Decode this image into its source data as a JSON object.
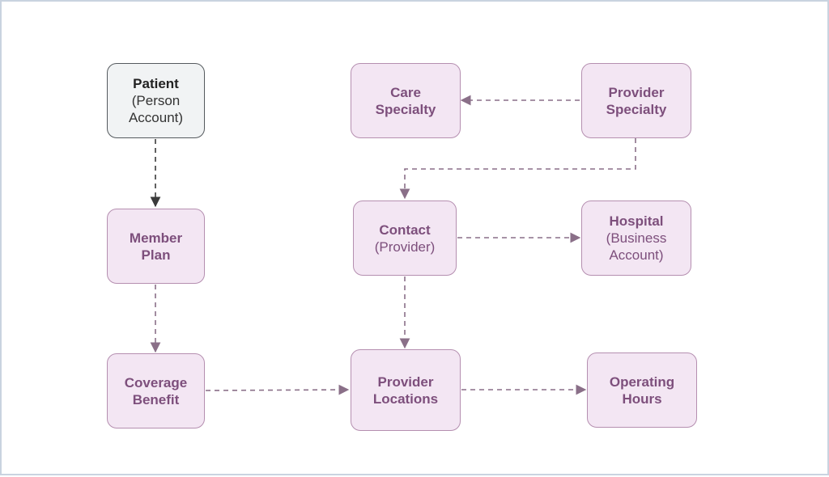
{
  "nodes": {
    "patient": {
      "line1": "Patient",
      "line2": "(Person",
      "line3": "Account)"
    },
    "member_plan": {
      "line1": "Member",
      "line2": "Plan"
    },
    "coverage_benefit": {
      "line1": "Coverage",
      "line2": "Benefit"
    },
    "care_specialty": {
      "line1": "Care",
      "line2": "Specialty"
    },
    "provider_specialty": {
      "line1": "Provider",
      "line2": "Specialty"
    },
    "contact_provider": {
      "line1": "Contact",
      "line2": "(Provider)"
    },
    "hospital": {
      "line1": "Hospital",
      "line2": "(Business",
      "line3": "Account)"
    },
    "provider_locations": {
      "line1": "Provider",
      "line2": "Locations"
    },
    "operating_hours": {
      "line1": "Operating",
      "line2": "Hours"
    }
  },
  "colors": {
    "node_fill": "#f3e6f3",
    "node_border": "#b58fb0",
    "node_text": "#7d4f7c",
    "root_fill": "#f1f3f4",
    "root_border": "#555a5e",
    "edge": "#8a6f88",
    "root_edge": "#3a3a3a"
  }
}
